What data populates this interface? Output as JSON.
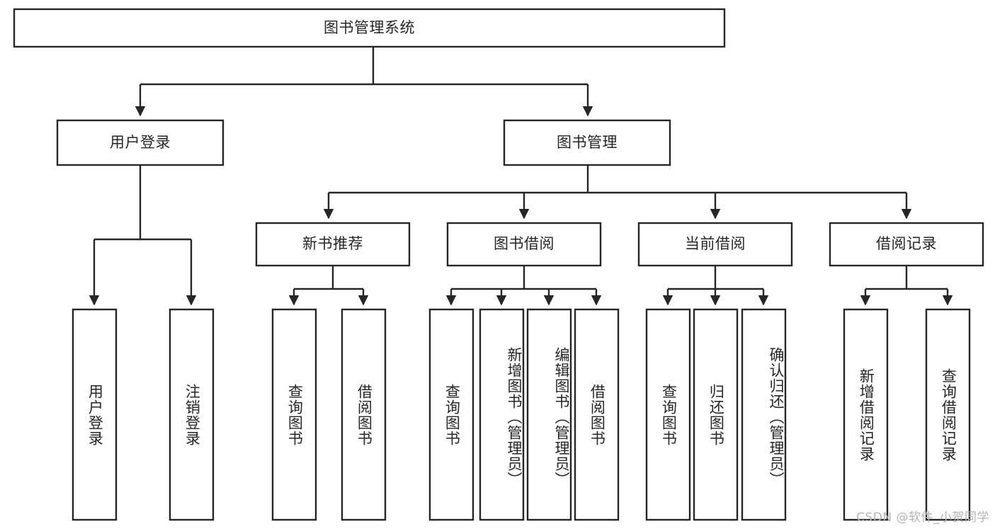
{
  "diagram": {
    "title": "图书管理系统",
    "type": "hierarchy-tree",
    "root": {
      "label": "图书管理系统"
    },
    "level2": [
      {
        "label": "用户登录"
      },
      {
        "label": "图书管理"
      }
    ],
    "level3": [
      {
        "label": "新书推荐"
      },
      {
        "label": "图书借阅"
      },
      {
        "label": "当前借阅"
      },
      {
        "label": "借阅记录"
      }
    ],
    "leaves": {
      "user_login": [
        {
          "label": "用户登录"
        },
        {
          "label": "注销登录"
        }
      ],
      "new_book_recommend": [
        {
          "label": "查询图书"
        },
        {
          "label": "借阅图书"
        }
      ],
      "book_borrow": [
        {
          "label": "查询图书"
        },
        {
          "label": "新增图书（管理员）"
        },
        {
          "label": "编辑图书（管理员）"
        },
        {
          "label": "借阅图书"
        }
      ],
      "current_borrow": [
        {
          "label": "查询图书"
        },
        {
          "label": "归还图书"
        },
        {
          "label": "确认归还（管理员）"
        }
      ],
      "borrow_record": [
        {
          "label": "新增借阅记录"
        },
        {
          "label": "查询借阅记录"
        }
      ]
    }
  },
  "watermark": {
    "text": "CSDN @软件_小贺同学"
  },
  "colors": {
    "stroke": "#262626",
    "fill": "#ffffff",
    "text": "#262626",
    "watermark": "#b4b4b4"
  }
}
